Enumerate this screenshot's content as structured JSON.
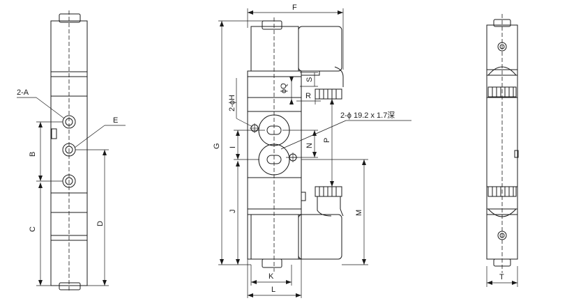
{
  "labels": {
    "port_a": "2-A",
    "port_e": "E",
    "dim_b": "B",
    "dim_c": "C",
    "dim_d": "D",
    "dim_f": "F",
    "dim_g": "G",
    "mount_hole": "2-ϕH",
    "dim_q": "ϕQ",
    "dim_s": "S",
    "dim_r": "R",
    "counterbore": "2-ϕ 19.2 x 1.7深",
    "dim_i": "I",
    "dim_n": "N",
    "dim_p": "P",
    "dim_j": "J",
    "dim_m": "M",
    "dim_k": "K",
    "dim_l": "L",
    "dim_t": "T"
  }
}
